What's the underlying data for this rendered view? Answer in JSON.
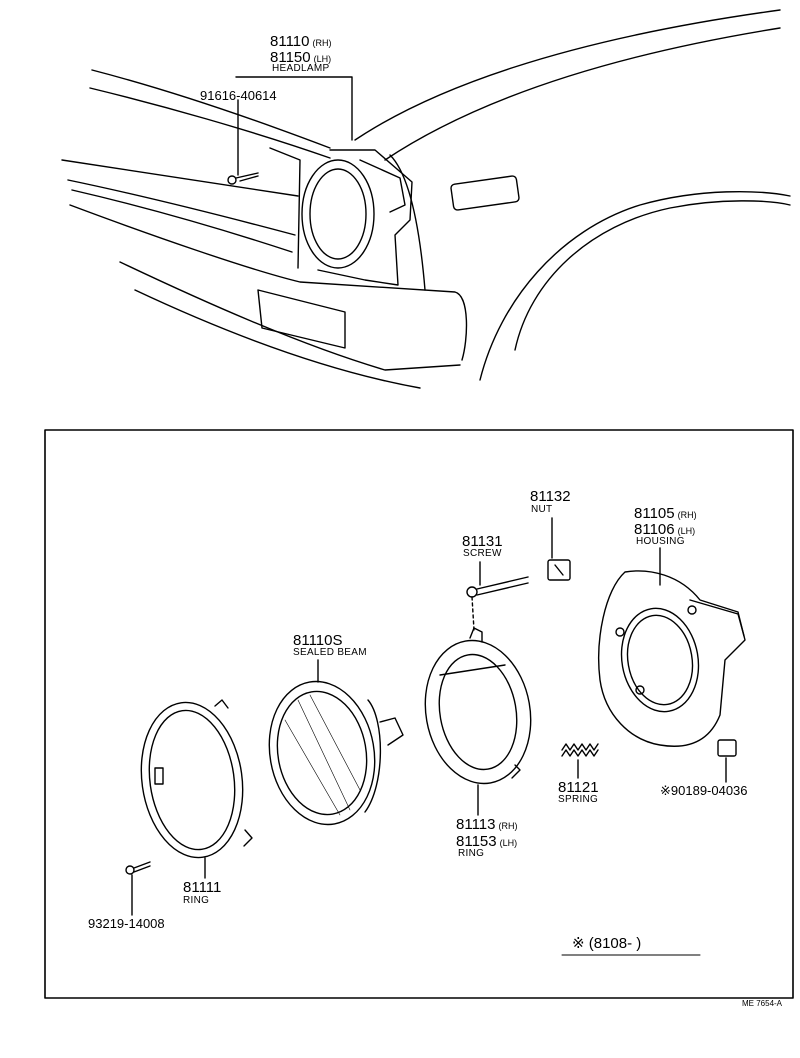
{
  "top_view": {
    "headlamp_part_rh": "81110",
    "headlamp_rh_tag": "(RH)",
    "headlamp_part_lh": "81150",
    "headlamp_lh_tag": "(LH)",
    "headlamp_name": "HEADLAMP",
    "bolt_part": "91616-40614"
  },
  "parts": {
    "housing_rh": "81105",
    "housing_rh_tag": "(RH)",
    "housing_lh": "81106",
    "housing_lh_tag": "(LH)",
    "housing_name": "HOUSING",
    "nut_part": "81132",
    "nut_name": "NUT",
    "screw_part": "81131",
    "screw_name": "SCREW",
    "sealed_beam_part": "81110S",
    "sealed_beam_name": "SEALED BEAM",
    "ring_inner_rh": "81113",
    "ring_inner_rh_tag": "(RH)",
    "ring_inner_lh": "81153",
    "ring_inner_lh_tag": "(LH)",
    "ring_inner_name": "RING",
    "spring_part": "81121",
    "spring_name": "SPRING",
    "clip_part": "※90189-04036",
    "ring_outer_part": "81111",
    "ring_outer_name": "RING",
    "screw_small_part": "93219-14008"
  },
  "note": {
    "symbol": "※",
    "range": "(8108-        )"
  },
  "footer": {
    "code": "ME 7654-A"
  }
}
